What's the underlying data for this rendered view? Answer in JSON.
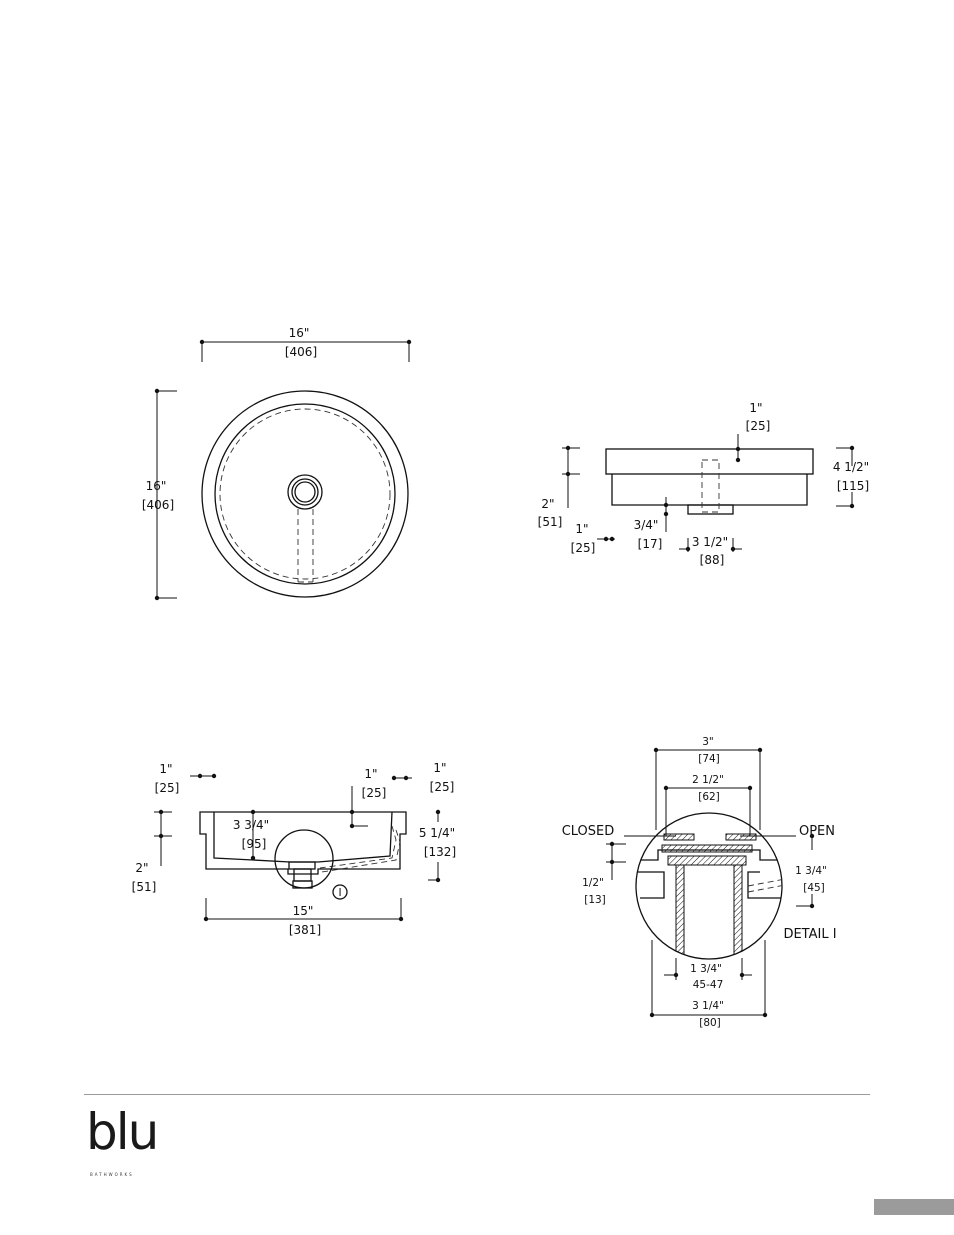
{
  "top_view": {
    "width_in": "16\"",
    "width_mm": "[406]",
    "height_in": "16\"",
    "height_mm": "[406]"
  },
  "side_view": {
    "rim_in": "1\"",
    "rim_mm": "[25]",
    "height_in": "4 1/2\"",
    "height_mm": "[115]",
    "lower_in": "2\"",
    "lower_mm": "[51]",
    "offset_in": "1\"",
    "offset_mm": "[25]",
    "step_in": "3/4\"",
    "step_mm": "[17]",
    "drain_in": "3 1/2\"",
    "drain_mm": "[88]"
  },
  "section_view": {
    "left_in": "1\"",
    "left_mm": "[25]",
    "rim_in": "1\"",
    "rim_mm": "[25]",
    "right_in": "1\"",
    "right_mm": "[25]",
    "depth_in": "3 3/4\"",
    "depth_mm": "[95]",
    "height_in": "5 1/4\"",
    "height_mm": "[132]",
    "lower_in": "2\"",
    "lower_mm": "[51]",
    "width_in": "15\"",
    "width_mm": "[381]",
    "detail_marker": "I"
  },
  "detail_view": {
    "top_in": "3\"",
    "top_mm": "[74]",
    "inner_in": "2 1/2\"",
    "inner_mm": "[62]",
    "closed_label": "CLOSED",
    "open_label": "OPEN",
    "flange_in": "1/2\"",
    "flange_mm": "[13]",
    "height_in": "1 3/4\"",
    "height_mm": "[45]",
    "detail_label": "DETAIL I",
    "pipe_in": "1 3/4\"",
    "pipe_mm": "45-47",
    "outer_in": "3 1/4\"",
    "outer_mm": "[80]"
  },
  "footer": {
    "brand": "blu",
    "brand_sub": "BATHWORKS"
  }
}
